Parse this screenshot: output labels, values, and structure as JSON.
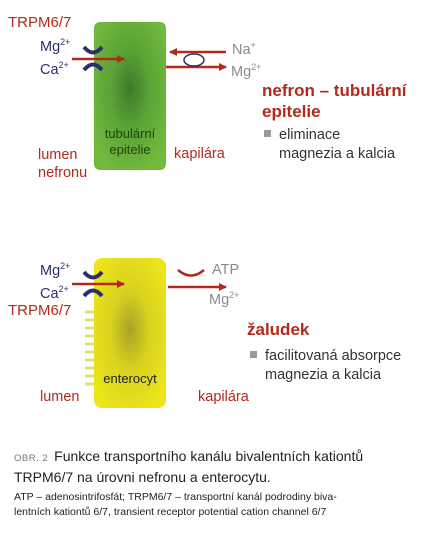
{
  "top": {
    "trpm": "TRPM6/7",
    "mg_base": "Mg",
    "mg_sup": "2+",
    "ca_base": "Ca",
    "ca_sup": "2+",
    "na_base": "Na",
    "na_sup": "+",
    "mg_out_base": "Mg",
    "mg_out_sup": "2+",
    "cell_label_line1": "tubulární",
    "cell_label_line2": "epitelie",
    "lumen_line1": "lumen",
    "lumen_line2": "nefronu",
    "kapilara": "kapilára",
    "heading_line1": "nefron – tubulární",
    "heading_line2": "epitelie",
    "bullet_line1": "eliminace",
    "bullet_line2": "magnezia a kalcia"
  },
  "bottom": {
    "mg_base": "Mg",
    "mg_sup": "2+",
    "ca_base": "Ca",
    "ca_sup": "2+",
    "trpm": "TRPM6/7",
    "atp": "ATP",
    "mg_out_base": "Mg",
    "mg_out_sup": "2+",
    "cell_label": "enterocyt",
    "lumen": "lumen",
    "kapilara": "kapilára",
    "heading": "žaludek",
    "bullet_line1": "facilitovaná absorpce",
    "bullet_line2": "magnezia a kalcia"
  },
  "caption": {
    "tag": "OBR. 2",
    "line1": "Funkce transportního kanálu bivalentních kationtů",
    "line2": "TRPM6/7 na úrovni nefronu a enterocytu.",
    "foot_line1": "ATP – adenosintrifosfát; TRPM6/7 – transportní kanál podrodiny biva-",
    "foot_line2": "lentních kationtů 6/7, transient receptor potential cation channel 6/7"
  },
  "colors": {
    "green_cell": "#6ab23a",
    "yellow_cell": "#e8e01c",
    "arrow_red": "#b12a1c",
    "channel_navy": "#2b2f6b"
  }
}
